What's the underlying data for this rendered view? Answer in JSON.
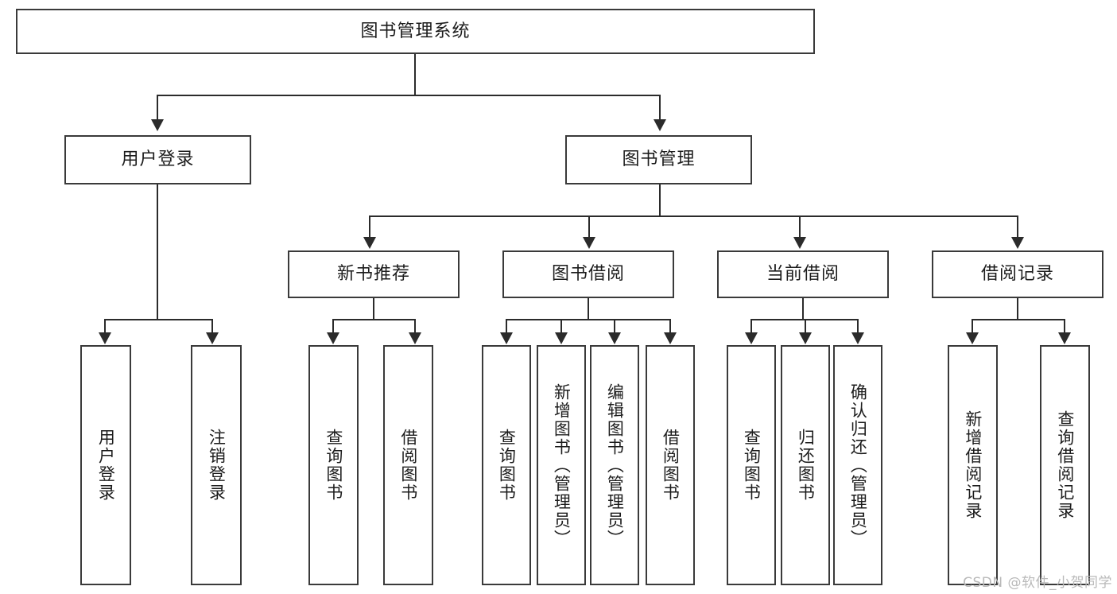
{
  "diagram": {
    "title": "图书管理系统",
    "watermark": "CSDN @软件_小贺同学",
    "root": {
      "label": "图书管理系统"
    },
    "level2": [
      {
        "label": "用户登录"
      },
      {
        "label": "图书管理"
      }
    ],
    "level3": [
      {
        "label": "新书推荐"
      },
      {
        "label": "图书借阅"
      },
      {
        "label": "当前借阅"
      },
      {
        "label": "借阅记录"
      }
    ],
    "leaves": [
      {
        "label": "用户登录"
      },
      {
        "label": "注销登录"
      },
      {
        "label": "查询图书"
      },
      {
        "label": "借阅图书"
      },
      {
        "label": "查询图书"
      },
      {
        "label": "新增图书（管理员）"
      },
      {
        "label": "编辑图书（管理员）"
      },
      {
        "label": "借阅图书"
      },
      {
        "label": "查询图书"
      },
      {
        "label": "归还图书"
      },
      {
        "label": "确认归还（管理员）"
      },
      {
        "label": "新增借阅记录"
      },
      {
        "label": "查询借阅记录"
      }
    ],
    "colors": {
      "box_border": "#3a3a3a",
      "connector": "#2b2b2b",
      "background": "#ffffff",
      "text": "#1c1c1c",
      "watermark": "#b9b9b9"
    }
  }
}
